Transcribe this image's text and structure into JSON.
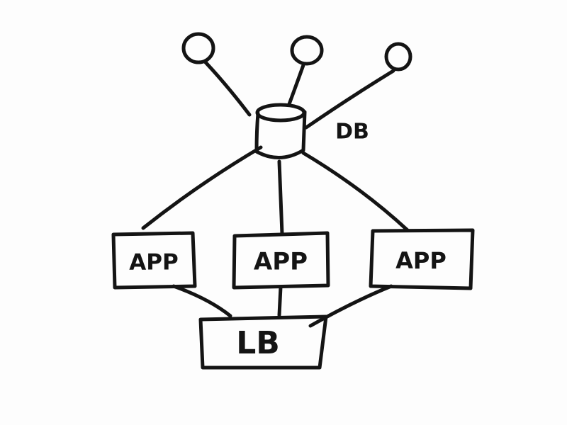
{
  "diagram": {
    "database": {
      "label": "DB"
    },
    "app_servers": [
      {
        "label": "APP"
      },
      {
        "label": "APP"
      },
      {
        "label": "APP"
      }
    ],
    "load_balancer": {
      "label": "LB"
    },
    "clients": [
      {},
      {},
      {}
    ]
  },
  "colors": {
    "ink": "#141414",
    "paper": "#fdfdfd"
  }
}
